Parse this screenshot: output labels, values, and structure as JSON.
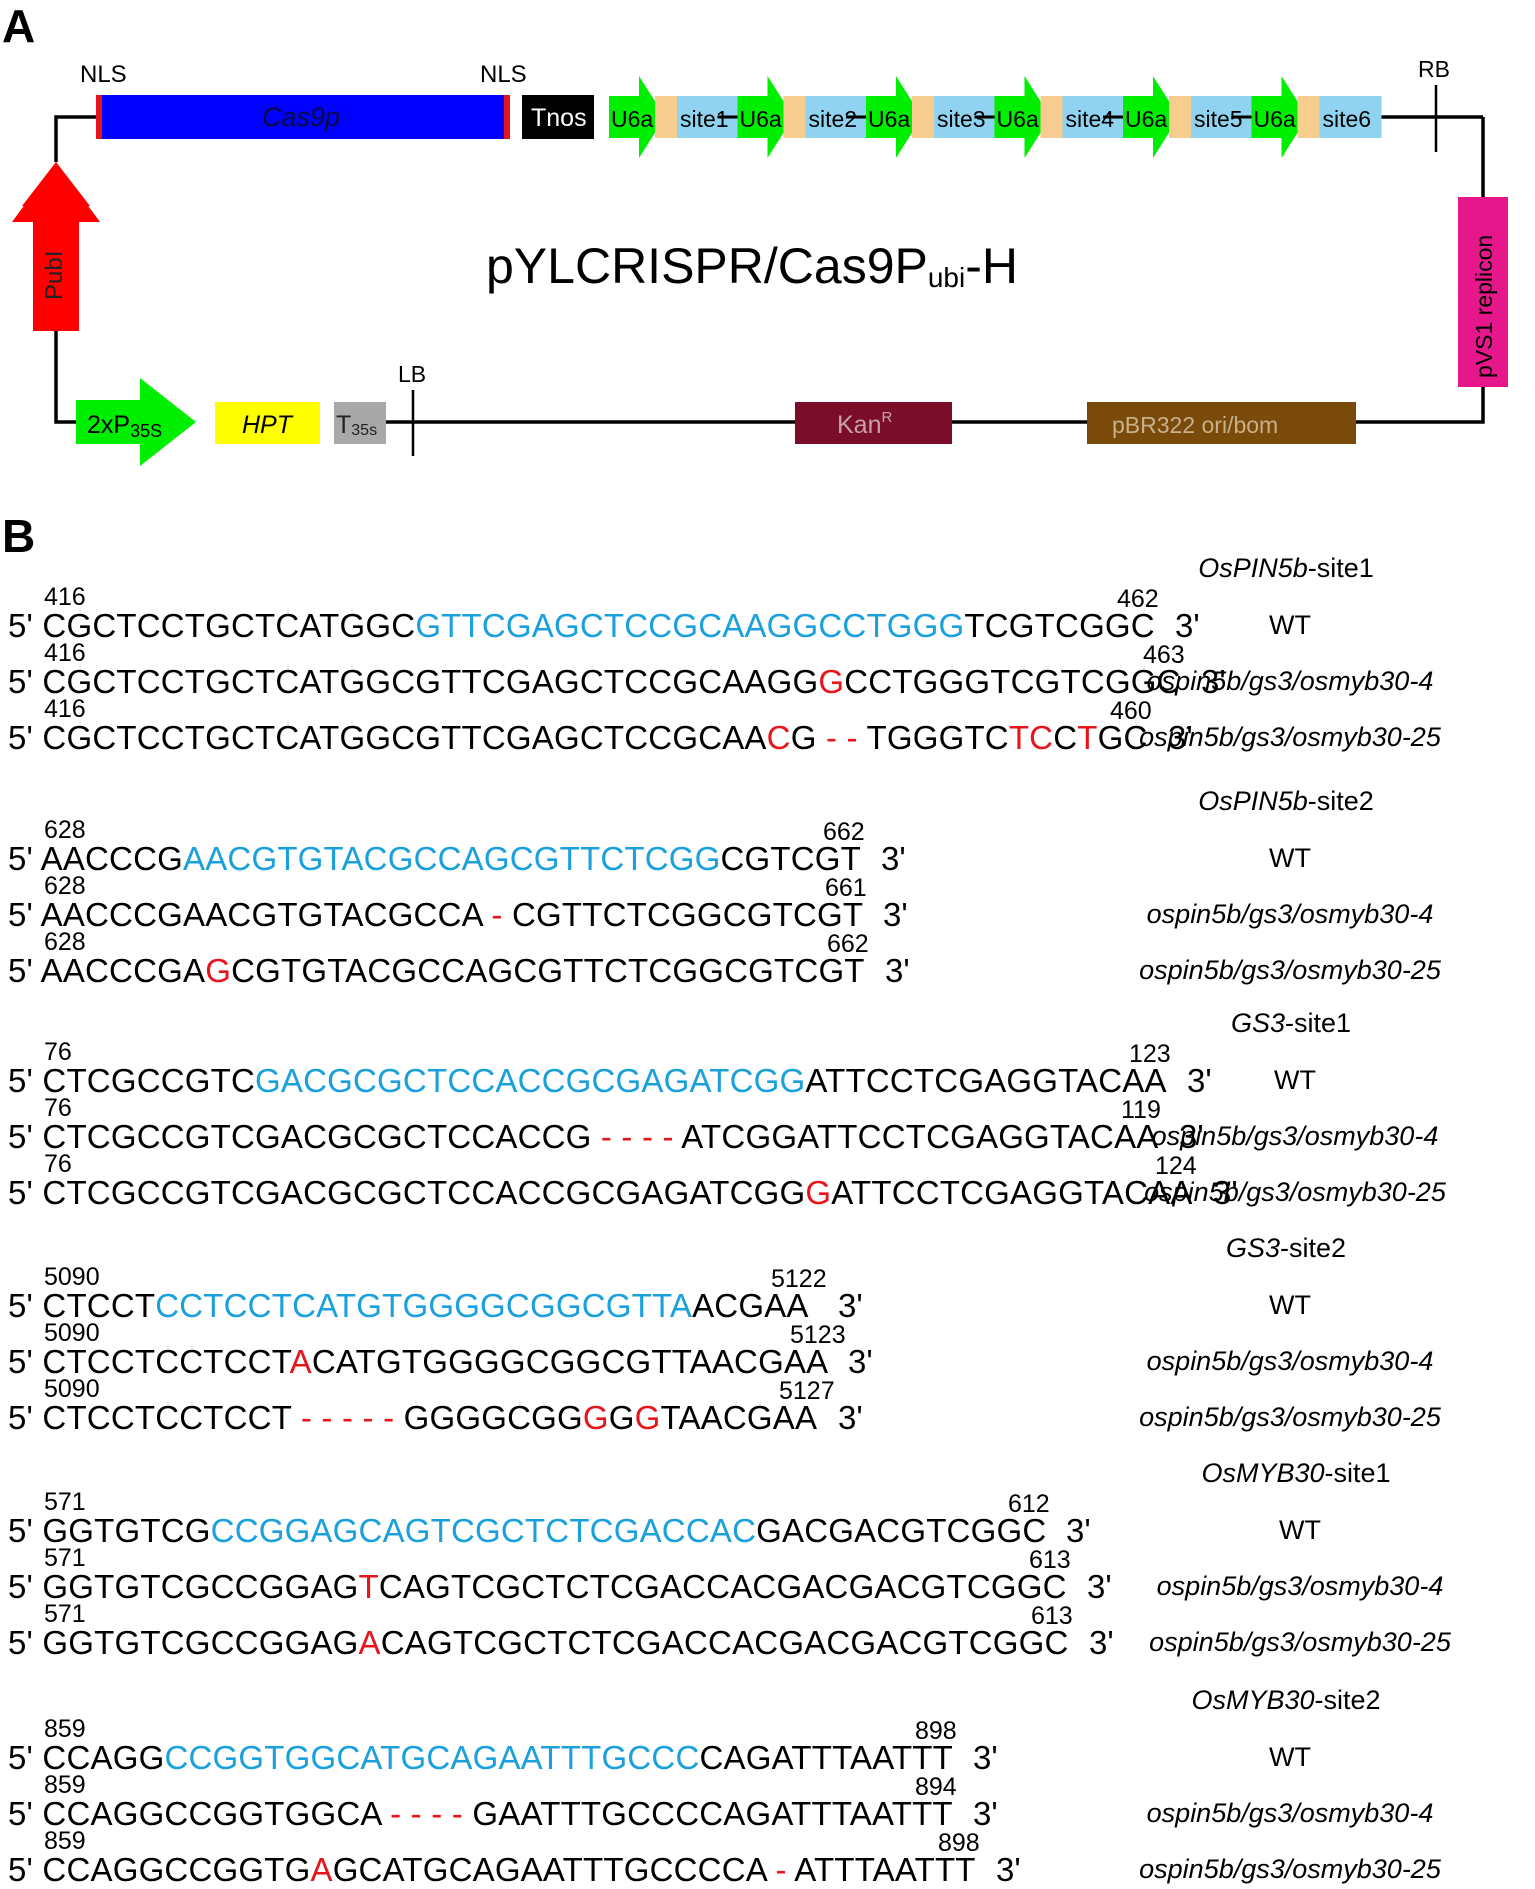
{
  "panel_a": {
    "letter": "A",
    "title_main": "pYLCRISPR/Cas9P",
    "title_sub": "ubi",
    "title_end": "-H",
    "labels": {
      "nls_left": "NLS",
      "nls_right": "NLS",
      "cas9p": "Cas9p",
      "tnos": "Tnos",
      "u6a": "U6a",
      "rb": "RB",
      "lb": "LB",
      "pubi": "PubI",
      "pvs1": "pVS1 replicon",
      "kan": "Kan",
      "kan_sup": "R",
      "pbr": "pBR322 ori/bom",
      "hpt": "HPT",
      "t35s_main": "T",
      "t35s_sub": "35s",
      "p35s_main": "2xP",
      "p35s_sub": "35S"
    },
    "sites": [
      "site1",
      "site2",
      "site3",
      "site4",
      "site5",
      "site6"
    ],
    "colors": {
      "cas9p": "#0000ff",
      "nls": "#e8141c",
      "tnos": "#000000",
      "u6a": "#00ee00",
      "spacer": "#f7cd8f",
      "site": "#8fd3f0",
      "pubi": "#ff0000",
      "pvs1": "#e6178a",
      "kan": "#7a0e2a",
      "pbr": "#7a4a0a",
      "hpt": "#ffff00",
      "t35s": "#a8a8a8"
    }
  },
  "panel_b": {
    "letter": "B",
    "prime5": "5'",
    "prime3": "3'",
    "groups": [
      {
        "gene": "OsPIN5b",
        "site": "-site1",
        "rows": [
          {
            "label": "WT",
            "start": "416",
            "end": "462",
            "segs": [
              [
                "CGCTCCTGCTCATGGC",
                "k"
              ],
              [
                "GTTCGAGCTCCGCAAGGCCTGGG",
                "b"
              ],
              [
                "TCGTCGGC",
                "k"
              ]
            ]
          },
          {
            "label": "ospin5b/gs3/osmyb30-4",
            "start": "416",
            "end": "463",
            "segs": [
              [
                "CGCTCCTGCTCATGGCGTTCGAGCTCCGCAAGG",
                "k"
              ],
              [
                "G",
                "r"
              ],
              [
                "CCTGGGTCGTCGGC",
                "k"
              ]
            ]
          },
          {
            "label": "ospin5b/gs3/osmyb30-25",
            "start": "416",
            "end": "460",
            "segs": [
              [
                "CGCTCCTGCTCATGGCGTTCGAGCTCCGCAA",
                "k"
              ],
              [
                "C",
                "r"
              ],
              [
                "G ",
                "k"
              ],
              [
                "- -",
                "r"
              ],
              [
                " TGGGTC",
                "k"
              ],
              [
                "TC",
                "r"
              ],
              [
                "C",
                "k"
              ],
              [
                "T",
                "r"
              ],
              [
                "GC",
                "k"
              ]
            ]
          }
        ]
      },
      {
        "gene": "OsPIN5b",
        "site": "-site2",
        "rows": [
          {
            "label": "WT",
            "start": "628",
            "end": "662",
            "segs": [
              [
                "AACCCG",
                "k"
              ],
              [
                "AACGTGTACGCCAGCGTTCTCGG",
                "b"
              ],
              [
                "CGTCGT",
                "k"
              ]
            ]
          },
          {
            "label": "ospin5b/gs3/osmyb30-4",
            "start": "628",
            "end": "661",
            "segs": [
              [
                "AACCCGAACGTGTACGCCA ",
                "k"
              ],
              [
                "-",
                "r"
              ],
              [
                " CGTTCTCGGCGTCGT",
                "k"
              ]
            ]
          },
          {
            "label": "ospin5b/gs3/osmyb30-25",
            "start": "628",
            "end": "662",
            "segs": [
              [
                "AACCCGA",
                "k"
              ],
              [
                "G",
                "r"
              ],
              [
                "CGTGTACGCCAGCGTTCTCGGCGTCGT",
                "k"
              ]
            ]
          }
        ]
      },
      {
        "gene": "GS3",
        "site": "-site1",
        "rows": [
          {
            "label": "WT",
            "start": "76",
            "end": "123",
            "segs": [
              [
                "CTCGCCGTC",
                "k"
              ],
              [
                "GACGCGCTCCACCGCGAGATCGG",
                "b"
              ],
              [
                "ATTCCTCGAGGTACAA",
                "k"
              ]
            ]
          },
          {
            "label": "ospin5b/gs3/osmyb30-4",
            "start": "76",
            "end": "119",
            "segs": [
              [
                "CTCGCCGTCGACGCGCTCCACCG ",
                "k"
              ],
              [
                "- - - -",
                "r"
              ],
              [
                " ATCGGATTCCTCGAGGTACAA",
                "k"
              ]
            ]
          },
          {
            "label": "ospin5b/gs3/osmyb30-25",
            "start": "76",
            "end": "124",
            "segs": [
              [
                "CTCGCCGTCGACGCGCTCCACCGCGAGATCGG",
                "k"
              ],
              [
                "G",
                "r"
              ],
              [
                "ATTCCTCGAGGTACAA",
                "k"
              ]
            ]
          }
        ]
      },
      {
        "gene": "GS3",
        "site": "-site2",
        "rows": [
          {
            "label": "WT",
            "start": "5090",
            "end": "5122",
            "segs": [
              [
                "CTCCT",
                "k"
              ],
              [
                "CCTCCTCATGTGGGGCGGCGTTA",
                "b"
              ],
              [
                "ACGAA",
                "k"
              ]
            ]
          },
          {
            "label": "ospin5b/gs3/osmyb30-4",
            "start": "5090",
            "end": "5123",
            "segs": [
              [
                "CTCCTCCTCCT",
                "k"
              ],
              [
                "A",
                "r"
              ],
              [
                "CATGTGGGGCGGCGTTAACGAA",
                "k"
              ]
            ]
          },
          {
            "label": "ospin5b/gs3/osmyb30-25",
            "start": "5090",
            "end": "5127",
            "segs": [
              [
                "CTCCTCCTCCT ",
                "k"
              ],
              [
                "- - - - -",
                "r"
              ],
              [
                " GGGGCGG",
                "k"
              ],
              [
                "G",
                "r"
              ],
              [
                "G",
                "k"
              ],
              [
                "G",
                "r"
              ],
              [
                "TAACGAA",
                "k"
              ]
            ]
          }
        ]
      },
      {
        "gene": "OsMYB30",
        "site": "-site1",
        "rows": [
          {
            "label": "WT",
            "start": "571",
            "end": "612",
            "segs": [
              [
                "GGTGTCG",
                "k"
              ],
              [
                "CCGGAGCAGTCGCTCTCGACCAC",
                "b"
              ],
              [
                "GACGACGTCGGC",
                "k"
              ]
            ]
          },
          {
            "label": "ospin5b/gs3/osmyb30-4",
            "start": "571",
            "end": "613",
            "segs": [
              [
                "GGTGTCGCCGGAG",
                "k"
              ],
              [
                "T",
                "r"
              ],
              [
                "CAGTCGCTCTCGACCACGACGACGTCGGC",
                "k"
              ]
            ]
          },
          {
            "label": "ospin5b/gs3/osmyb30-25",
            "start": "571",
            "end": "613",
            "segs": [
              [
                "GGTGTCGCCGGAG",
                "k"
              ],
              [
                "A",
                "r"
              ],
              [
                "CAGTCGCTCTCGACCACGACGACGTCGGC",
                "k"
              ]
            ]
          }
        ]
      },
      {
        "gene": "OsMYB30",
        "site": "-site2",
        "rows": [
          {
            "label": "WT",
            "start": "859",
            "end": "898",
            "segs": [
              [
                "CCAGG",
                "k"
              ],
              [
                "CCGGTGGCATGCAGAATTTGCCC",
                "b"
              ],
              [
                "CAGATTTAATTT",
                "k"
              ]
            ]
          },
          {
            "label": "ospin5b/gs3/osmyb30-4",
            "start": "859",
            "end": "894",
            "segs": [
              [
                "CCAGGCCGGTGGCA ",
                "k"
              ],
              [
                "- - - -",
                "r"
              ],
              [
                " GAATTTGCCCCAGATTTAATTT",
                "k"
              ]
            ]
          },
          {
            "label": "ospin5b/gs3/osmyb30-25",
            "start": "859",
            "end": "898",
            "segs": [
              [
                "CCAGGCCGGTG",
                "k"
              ],
              [
                "A",
                "r"
              ],
              [
                "GCATGCAGAATTTGCCCCA ",
                "k"
              ],
              [
                "-",
                "r"
              ],
              [
                " ATTTAATTT",
                "k"
              ]
            ]
          }
        ]
      }
    ]
  }
}
